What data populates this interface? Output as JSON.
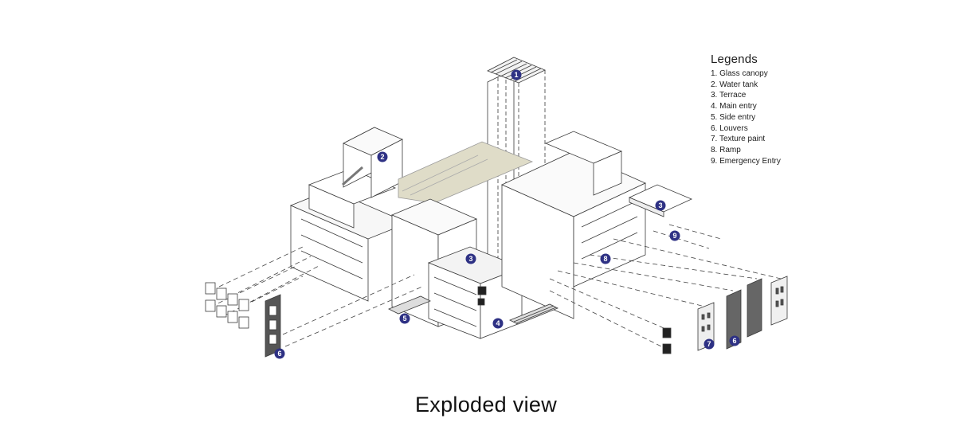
{
  "legend": {
    "title": "Legends",
    "items": [
      "1. Glass canopy",
      "2. Water tank",
      "3. Terrace",
      "4. Main entry",
      "5. Side entry",
      "6. Louvers",
      "7. Texture paint",
      "8. Ramp",
      "9. Emergency Entry"
    ]
  },
  "caption": "Exploded view",
  "markers": [
    "1",
    "2",
    "3",
    "3",
    "4",
    "5",
    "6",
    "6",
    "7",
    "8",
    "9"
  ],
  "colors": {
    "marker": "#2e3184",
    "terrace_fill": "#dfdcc8",
    "line": "#333333"
  }
}
